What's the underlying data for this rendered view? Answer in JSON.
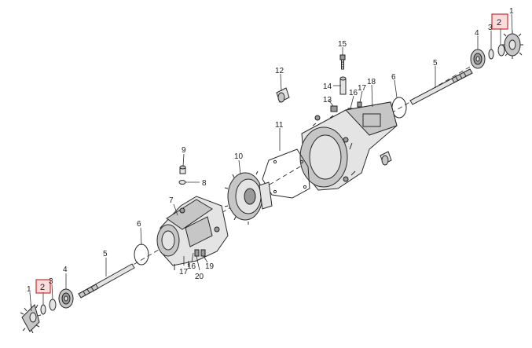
{
  "labels": {
    "p1_top": "1",
    "p2_top": "2",
    "p3_top": "3",
    "p4_top": "4",
    "p5_top": "5",
    "p6_top": "6",
    "p7": "7",
    "p8": "8",
    "p9": "9",
    "p10": "10",
    "p11": "11",
    "p12": "12",
    "p13": "13",
    "p14": "14",
    "p15": "15",
    "p16_top": "16",
    "p17_top": "17",
    "p18": "18",
    "p6_bot": "6",
    "p5_bot": "5",
    "p4_bot": "4",
    "p3_bot": "3",
    "p2_bot": "2",
    "p1_bot": "1",
    "p17_bot": "17",
    "p16_bot": "16",
    "p20": "20",
    "p19": "19"
  },
  "highlight_color": "#d23a3a"
}
